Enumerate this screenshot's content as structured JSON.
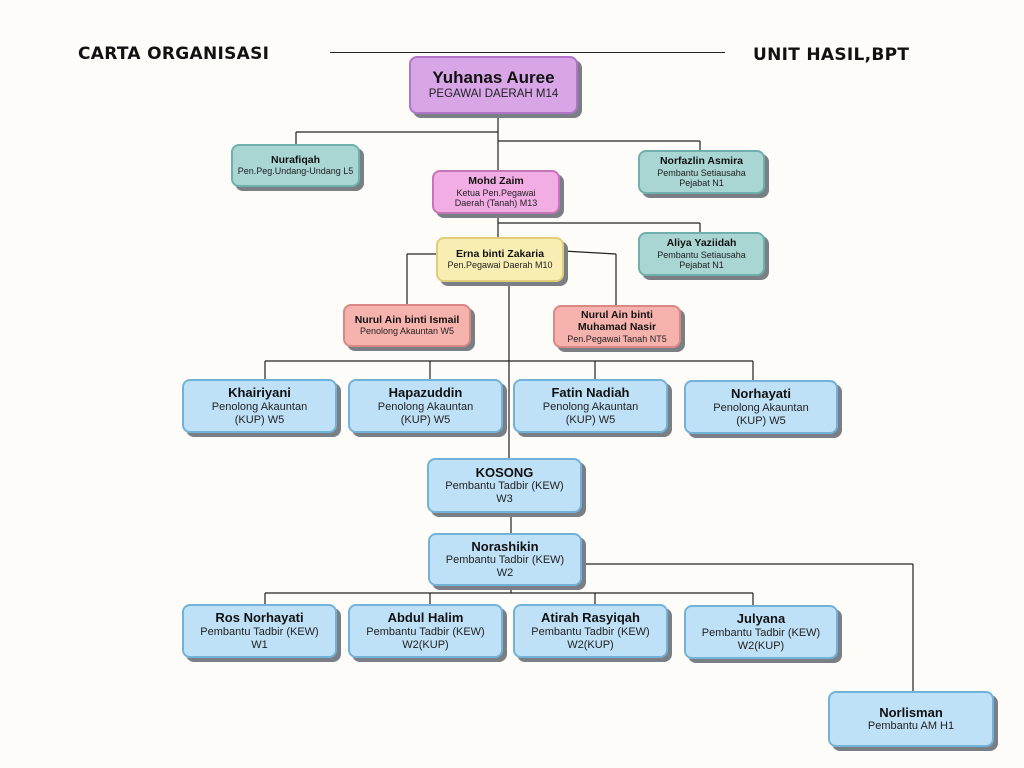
{
  "header": {
    "left_title": "CARTA ORGANISASI",
    "right_title": "UNIT HASIL,BPT"
  },
  "nodes": {
    "yuhanas": {
      "name": "Yuhanas Auree",
      "role": "PEGAWAI DAERAH M14"
    },
    "nurafiqah": {
      "name": "Nurafiqah",
      "role": "Pen.Peg.Undang-Undang L5"
    },
    "mohd_zaim": {
      "name": "Mohd Zaim",
      "role": "Ketua Pen.Pegawai",
      "role2": "Daerah (Tanah) M13"
    },
    "norfazlin": {
      "name": "Norfazlin Asmira",
      "role": "Pembantu Setiausaha",
      "role2": "Pejabat N1"
    },
    "aliya": {
      "name": "Aliya Yaziidah",
      "role": "Pembantu Setiausaha",
      "role2": "Pejabat N1"
    },
    "erna": {
      "name": "Erna binti Zakaria",
      "role": "Pen.Pegawai Daerah M10"
    },
    "nurul_ismail": {
      "name": "Nurul Ain binti Ismail",
      "role": "Penolong Akauntan W5"
    },
    "nurul_nasir": {
      "name": "Nurul Ain binti",
      "name2": "Muhamad Nasir",
      "role": "Pen.Pegawai Tanah NT5"
    },
    "khairiyani": {
      "name": "Khairiyani",
      "role": "Penolong Akauntan",
      "role2": "(KUP) W5"
    },
    "hapazuddin": {
      "name": "Hapazuddin",
      "role": "Penolong Akauntan",
      "role2": "(KUP) W5"
    },
    "fatin": {
      "name": "Fatin Nadiah",
      "role": "Penolong Akauntan",
      "role2": "(KUP) W5"
    },
    "norhayati": {
      "name": "Norhayati",
      "role": "Penolong Akauntan",
      "role2": "(KUP) W5"
    },
    "kosong": {
      "name": "KOSONG",
      "role": "Pembantu Tadbir (KEW)",
      "role2": "W3"
    },
    "norashikin": {
      "name": "Norashikin",
      "role": "Pembantu Tadbir (KEW)",
      "role2": "W2"
    },
    "ros": {
      "name": "Ros Norhayati",
      "role": "Pembantu Tadbir (KEW)",
      "role2": "W1"
    },
    "abdul_halim": {
      "name": "Abdul Halim",
      "role": "Pembantu Tadbir (KEW)",
      "role2": "W2(KUP)"
    },
    "atirah": {
      "name": "Atirah Rasyiqah",
      "role": "Pembantu Tadbir (KEW)",
      "role2": "W2(KUP)"
    },
    "julyana": {
      "name": "Julyana",
      "role": "Pembantu Tadbir (KEW)",
      "role2": "W2(KUP)"
    },
    "norlisman": {
      "name": "Norlisman",
      "role": "Pembantu AM H1"
    }
  }
}
